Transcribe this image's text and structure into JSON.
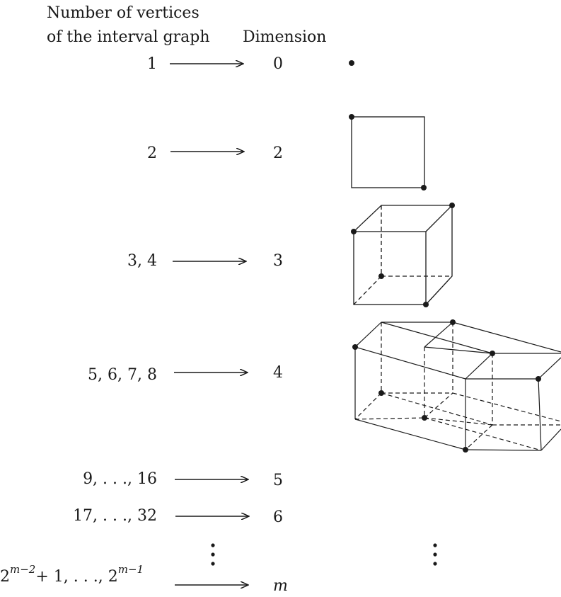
{
  "header": {
    "vertices_line1": "Number of vertices",
    "vertices_line2": "of the interval graph",
    "dimension": "Dimension"
  },
  "rows": [
    {
      "vertices": "1",
      "dimension": "0"
    },
    {
      "vertices": "2",
      "dimension": "2"
    },
    {
      "vertices": "3, 4",
      "dimension": "3"
    },
    {
      "vertices": "5, 6, 7, 8",
      "dimension": "4"
    },
    {
      "vertices": "9, . . ., 16",
      "dimension": "5"
    },
    {
      "vertices": "17, . . ., 32",
      "dimension": "6"
    }
  ],
  "last_row": {
    "base1": "2",
    "exp1": "m−2",
    "middle": "+ 1, . . ., ",
    "base2": "2",
    "exp2": "m−1",
    "dimension": "m"
  }
}
